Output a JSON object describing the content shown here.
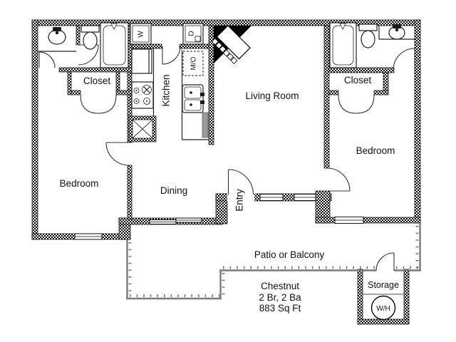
{
  "rooms": {
    "living": "Living Room",
    "kitchen": "Kitchen",
    "dining": "Dining",
    "entry": "Entry",
    "bedroom_left": "Bedroom",
    "bedroom_right": "Bedroom",
    "closet_left": "Closet",
    "closet_right": "Closet",
    "patio": "Patio or Balcony",
    "storage": "Storage"
  },
  "appliances": {
    "washer": "W",
    "dryer": "D",
    "microwave": "M/O",
    "water_heater": "W/H"
  },
  "plan_info": {
    "name": "Chestnut",
    "beds_baths": "2 Br, 2 Ba",
    "area": "883 Sq Ft"
  },
  "colors": {
    "background": "#ffffff",
    "wall": "#000000",
    "railing": "#7a7a7a",
    "fireplace": "#000000",
    "fixture_outline": "#222222"
  }
}
